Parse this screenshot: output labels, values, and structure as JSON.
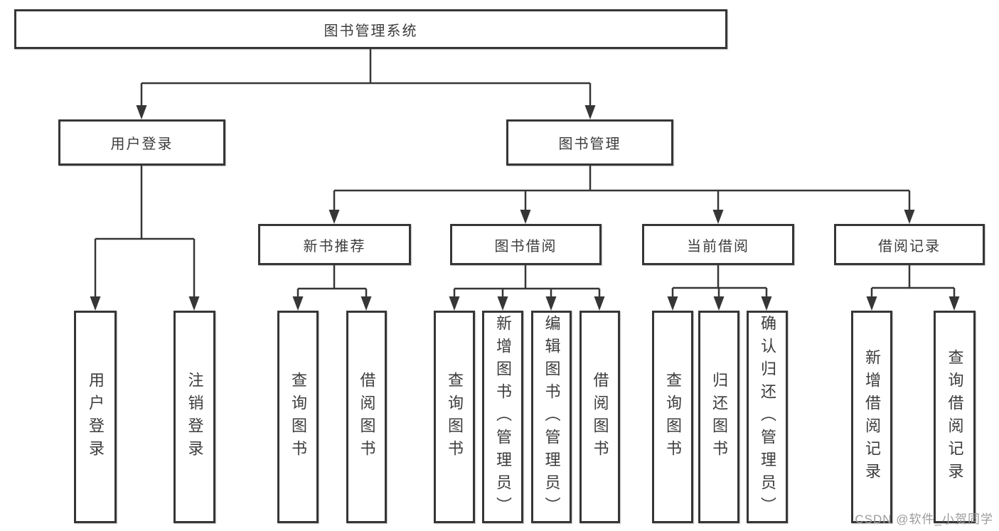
{
  "tree": {
    "root": {
      "label": "图书管理系统"
    },
    "branches": [
      {
        "label": "用户登录",
        "children": [
          {
            "label": "用户登录"
          },
          {
            "label": "注销登录"
          }
        ]
      },
      {
        "label": "图书管理",
        "children": [
          {
            "label": "新书推荐",
            "children": [
              {
                "label": "查询图书"
              },
              {
                "label": "借阅图书"
              }
            ]
          },
          {
            "label": "图书借阅",
            "children": [
              {
                "label": "查询图书"
              },
              {
                "label": "新增图书（管理员）"
              },
              {
                "label": "编辑图书（管理员）"
              },
              {
                "label": "借阅图书"
              }
            ]
          },
          {
            "label": "当前借阅",
            "children": [
              {
                "label": "查询图书"
              },
              {
                "label": "归还图书"
              },
              {
                "label": "确认归还（管理员）"
              }
            ]
          },
          {
            "label": "借阅记录",
            "children": [
              {
                "label": "新增借阅记录"
              },
              {
                "label": "查询借阅记录"
              }
            ]
          }
        ]
      }
    ]
  },
  "watermark": {
    "text": "CSDN @软件_小贺同学",
    "color": "#9b9b9b"
  },
  "style": {
    "line_color": "#363636",
    "box_background": "#ffffff",
    "text_color": "#3c3c3c"
  }
}
